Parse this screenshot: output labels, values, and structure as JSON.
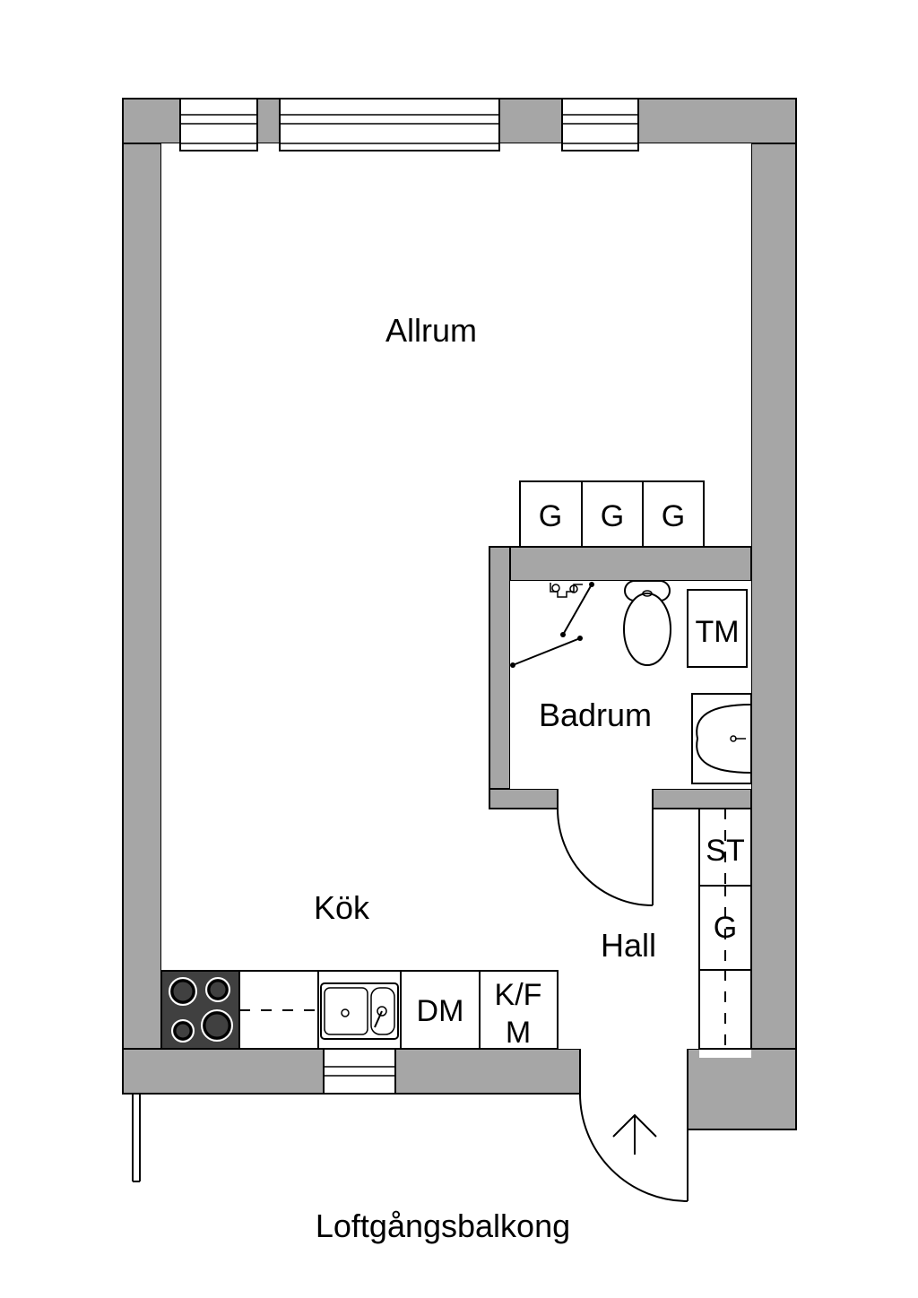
{
  "rooms": {
    "allrum": "Allrum",
    "badrum": "Badrum",
    "kok": "Kök",
    "hall": "Hall"
  },
  "outside": {
    "balcony": "Loftgångsbalkong"
  },
  "fixtures": {
    "wardrobe_1": "G",
    "wardrobe_2": "G",
    "wardrobe_3": "G",
    "washing_machine": "TM",
    "linen_closet": "ST",
    "hall_wardrobe": "G",
    "dishwasher": "DM",
    "fridge_freezer_line1": "K/F",
    "fridge_freezer_line2": "M"
  },
  "colors": {
    "wall": "#a6a6a6",
    "stove": "#404040",
    "line": "#000000",
    "background": "#ffffff"
  }
}
